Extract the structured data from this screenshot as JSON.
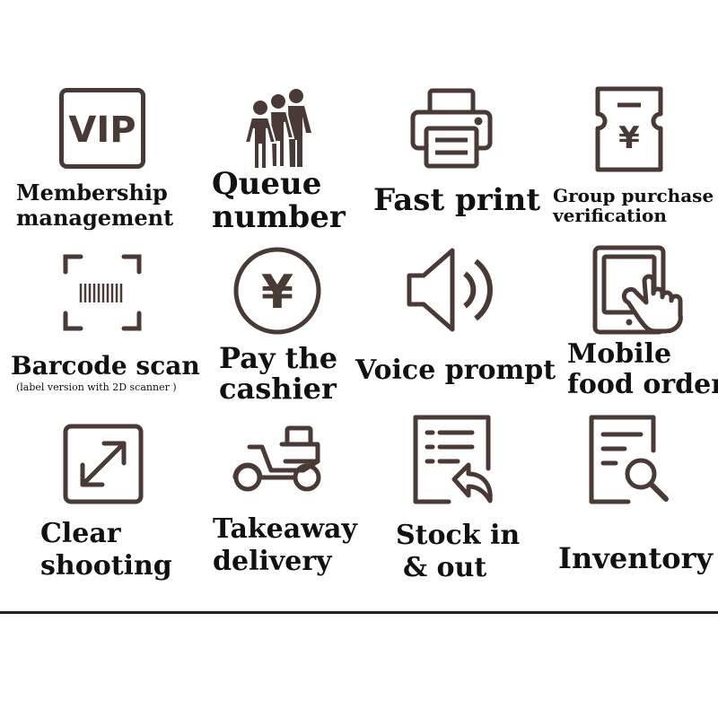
{
  "colors": {
    "icon": "#4a3a36",
    "text": "#111111",
    "rule": "#222222",
    "background": "#ffffff"
  },
  "features": [
    {
      "icon": "vip-icon",
      "badge": "VIP",
      "label": [
        "Membership",
        "management"
      ]
    },
    {
      "icon": "queue-people-icon",
      "label": [
        "Queue",
        "number"
      ]
    },
    {
      "icon": "printer-icon",
      "label": [
        "Fast print"
      ]
    },
    {
      "icon": "yuan-voucher-icon",
      "badge": "¥",
      "label": [
        "Group purchase",
        "verification"
      ]
    },
    {
      "icon": "barcode-scan-icon",
      "label": [
        "Barcode scan"
      ],
      "note": "(label version with 2D scanner )"
    },
    {
      "icon": "yuan-coin-icon",
      "badge": "¥",
      "label": [
        "Pay the",
        "cashier"
      ]
    },
    {
      "icon": "speaker-icon",
      "label": [
        "Voice prompt"
      ]
    },
    {
      "icon": "tablet-touch-icon",
      "label": [
        "Mobile",
        "food order"
      ]
    },
    {
      "icon": "expand-arrows-icon",
      "label": [
        "Clear",
        "shooting"
      ]
    },
    {
      "icon": "scooter-icon",
      "label": [
        "Takeaway",
        "delivery"
      ]
    },
    {
      "icon": "document-return-icon",
      "label": [
        "Stock in",
        "& out"
      ]
    },
    {
      "icon": "document-search-icon",
      "label": [
        "Inventory"
      ]
    }
  ]
}
